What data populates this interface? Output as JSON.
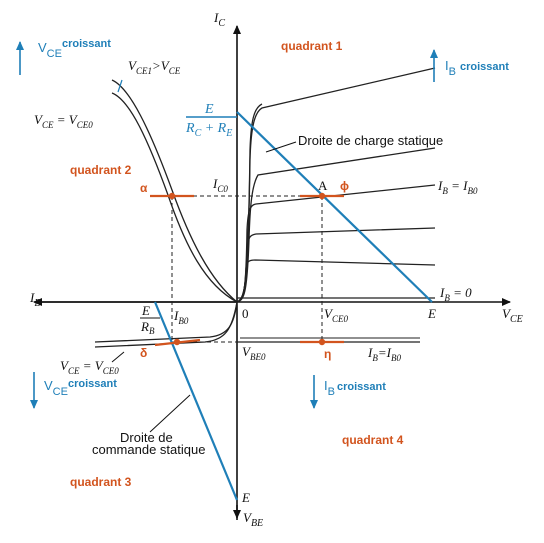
{
  "quadrants": {
    "q1": "quadrant 1",
    "q2": "quadrant 2",
    "q3": "quadrant 3",
    "q4": "quadrant 4"
  },
  "axes": {
    "ic": "I",
    "ic_sub": "C",
    "vce": "V",
    "vce_sub": "CE",
    "ib": "I",
    "ib_sub": "B",
    "vbe": "V",
    "vbe_sub": "BE"
  },
  "arrows": {
    "vce_top_main": "V",
    "vce_top_sub": "CE",
    "vce_top_word": "croissant",
    "ib_top_main": "I",
    "ib_top_sub": "B",
    "ib_top_word": "croissant",
    "vce_bottom_main": "V",
    "vce_bottom_sub": "CE",
    "vce_bottom_word": "croissant",
    "ib_bottom_main": "I",
    "ib_bottom_sub": "B",
    "ib_bottom_word": "croissant"
  },
  "labels": {
    "vce1_gt": "V",
    "vce1_sub": "CE1",
    "vce1_rest": ">V",
    "vce1_rest_sub": "CE",
    "vce_eq_left": "V",
    "vce_eq_left_sub": "CE",
    "vce_eq_right": " = V",
    "vce_eq_right_sub": "CE0",
    "frac_num": "E",
    "frac_den": "R",
    "frac_den_sub1": "C",
    "frac_plus": " + R",
    "frac_den_sub2": "E",
    "droite_charge": "Droite de charge statique",
    "ic0": "I",
    "ic0_sub": "C0",
    "point_a": "A",
    "phi": "ϕ",
    "alpha": "α",
    "delta": "δ",
    "eta": "η",
    "ib_eq": "I",
    "ib_eq_sub": "B",
    "ib_eq_rest": " = I",
    "ib_eq_rest_sub": "B0",
    "ib_zero": "I",
    "ib_zero_sub": "B",
    "ib_zero_rest": " = 0",
    "e_over_rb_num": "E",
    "e_over_rb_den": "R",
    "e_over_rb_den_sub": "B",
    "ib0": "I",
    "ib0_sub": "B0",
    "zero": "0",
    "vce0": "V",
    "vce0_sub": "CE0",
    "e_right": "E",
    "vbe0": "V",
    "vbe0_sub": "BE0",
    "ib_ib0_low": "I",
    "ib_ib0_low_sub": "B",
    "ib_ib0_low_rest": "=I",
    "ib_ib0_low_rest_sub": "B0",
    "vce_eq_bottom": "V",
    "vce_eq_bottom_sub": "CE",
    "vce_eq_bottom_rest": " = V",
    "vce_eq_bottom_rest_sub": "CE0",
    "droite_commande_1": "Droite de",
    "droite_commande_2": "commande statique",
    "e_bottom": "E"
  },
  "colors": {
    "accent_blue": "#1f7fb8",
    "quadrant_orange": "#d2541e",
    "ink": "#111111"
  }
}
